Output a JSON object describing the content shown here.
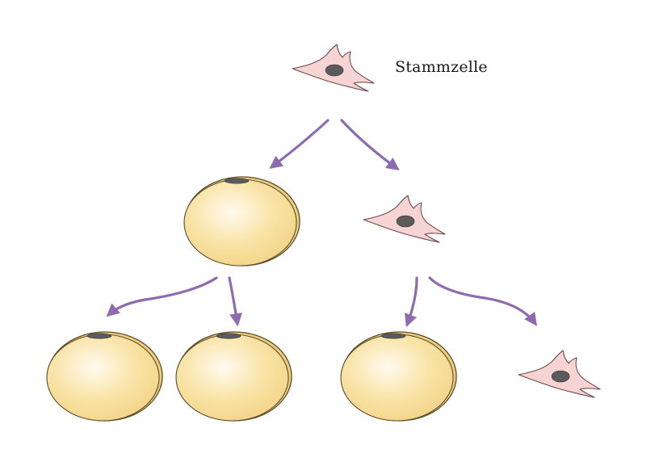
{
  "diagram": {
    "stem_cell_label": "Stammzelle",
    "colors": {
      "arrow": "#8e6bb0",
      "stem_cell_fill": "#f7d4d4",
      "stem_cell_stroke": "#6b4b4b",
      "fat_cell_fill": "#f9e4a8",
      "fat_cell_highlight": "#fffaf0",
      "fat_cell_stroke": "#5a4a2a",
      "nucleus": "#5b5b5b"
    },
    "nodes": [
      {
        "id": "stem-cell-root",
        "type": "stem_cell"
      },
      {
        "id": "fat-cell-level1",
        "type": "fat_cell"
      },
      {
        "id": "stem-cell-level1",
        "type": "stem_cell"
      },
      {
        "id": "fat-cell-level2-a",
        "type": "fat_cell"
      },
      {
        "id": "fat-cell-level2-b",
        "type": "fat_cell"
      },
      {
        "id": "fat-cell-level2-c",
        "type": "fat_cell"
      },
      {
        "id": "stem-cell-level2",
        "type": "stem_cell"
      }
    ],
    "edges": [
      {
        "from": "stem-cell-root",
        "to": "fat-cell-level1"
      },
      {
        "from": "stem-cell-root",
        "to": "stem-cell-level1"
      },
      {
        "from": "fat-cell-level1",
        "to": "fat-cell-level2-a"
      },
      {
        "from": "fat-cell-level1",
        "to": "fat-cell-level2-b"
      },
      {
        "from": "stem-cell-level1",
        "to": "fat-cell-level2-c"
      },
      {
        "from": "stem-cell-level1",
        "to": "stem-cell-level2"
      }
    ]
  }
}
